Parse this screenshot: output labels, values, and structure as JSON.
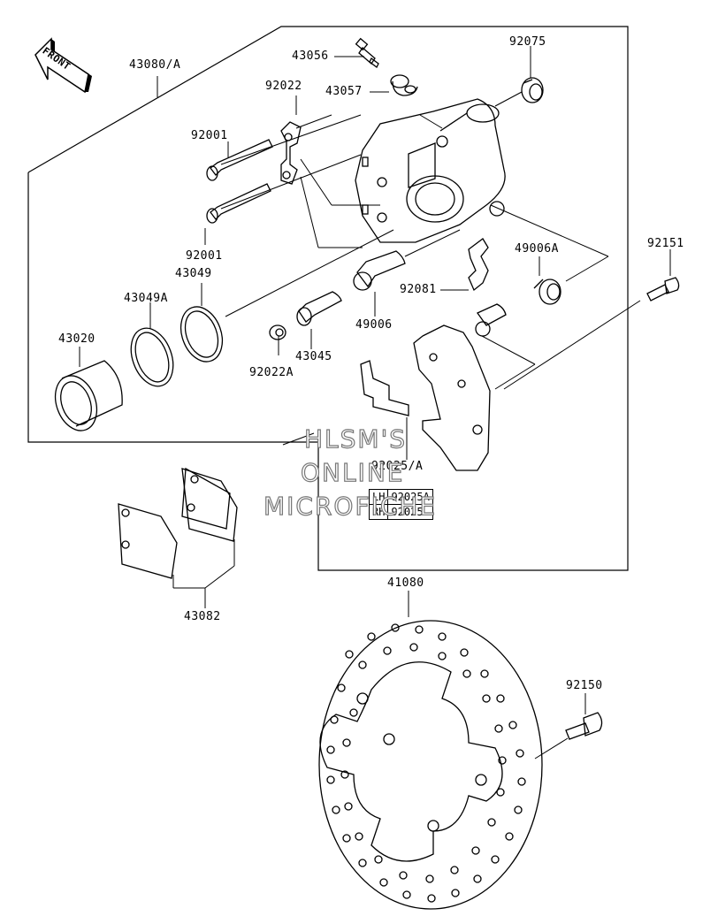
{
  "labels": {
    "front": "FRONT",
    "p43080A": "43080/A",
    "p43056": "43056",
    "p43057": "43057",
    "p92075": "92075",
    "p92022": "92022",
    "p92001a": "92001",
    "p92001b": "92001",
    "p43049": "43049",
    "p43049A": "43049A",
    "p43020": "43020",
    "p92022A": "92022A",
    "p43045": "43045",
    "p49006": "49006",
    "p92081": "92081",
    "p49006A": "49006A",
    "p92151": "92151",
    "p92025A": "92025/A",
    "p43082": "43082",
    "p41080": "41080",
    "p92150": "92150"
  },
  "variant_table": [
    {
      "side": "LH",
      "part": "92025A"
    },
    {
      "side": "RH",
      "part": "92025"
    }
  ],
  "watermark": [
    "HLSM'S",
    "ONLINE",
    "MICROFICHE"
  ]
}
